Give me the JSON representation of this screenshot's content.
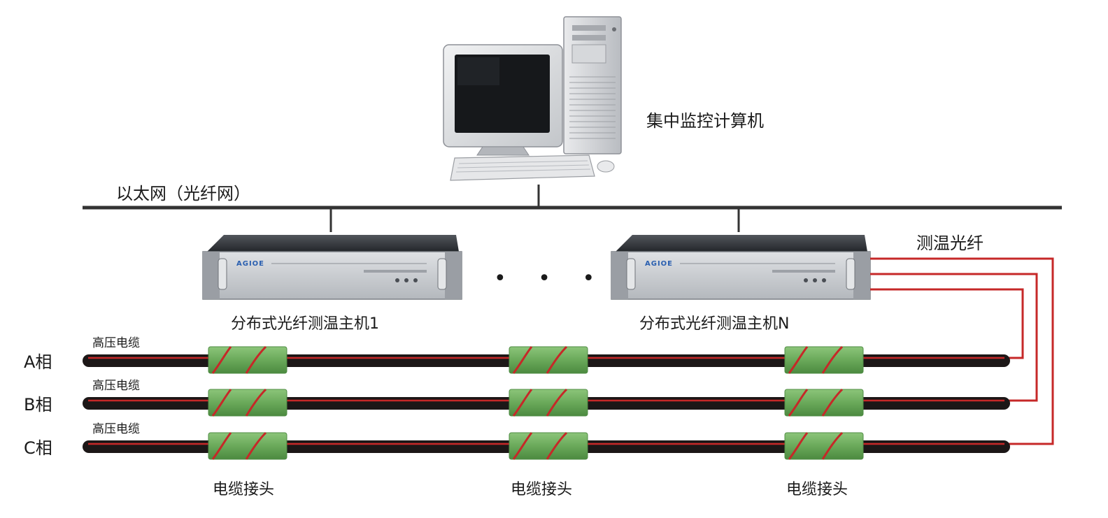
{
  "computer": {
    "label": "集中监控计算机"
  },
  "network": {
    "label": "以太网（光纤网）"
  },
  "fiber": {
    "label": "测温光纤"
  },
  "hosts": [
    {
      "label": "分布式光纤测温主机1",
      "brand": "AGIOE"
    },
    {
      "label": "分布式光纤测温主机N",
      "brand": "AGIOE"
    }
  ],
  "ellipsis": "• • •",
  "cables": [
    {
      "phase": "A相",
      "label": "高压电缆"
    },
    {
      "phase": "B相",
      "label": "高压电缆"
    },
    {
      "phase": "C相",
      "label": "高压电缆"
    }
  ],
  "joints": [
    {
      "label": "电缆接头"
    },
    {
      "label": "电缆接头"
    },
    {
      "label": "电缆接头"
    }
  ],
  "colors": {
    "bus": "#333333",
    "cable": "#1c1717",
    "cable_stripe": "#c62828",
    "fiber": "#c62828",
    "joint": "#6fae5e",
    "joint_edge": "#4f8c44",
    "rack": "#c9ccd1",
    "rack_top": "#2b2e33"
  }
}
